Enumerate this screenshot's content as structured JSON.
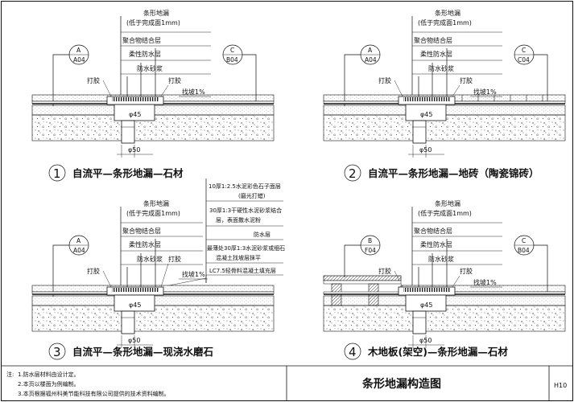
{
  "details": [
    {
      "number": "1",
      "caption": "自流平—条形地漏—石材",
      "left_ref": {
        "top": "A",
        "bottom": "A04"
      },
      "right_ref": {
        "top": "C",
        "bottom": "B04"
      },
      "callouts": [
        "条形地漏",
        "(低于完成面1mm)",
        "聚合物结合层",
        "柔性防水层",
        "防水砂浆"
      ],
      "left_note": "打胶",
      "right_note": "打胶",
      "slope": "找坡1%",
      "dim_top": "φ45",
      "dim_bottom": "φ50"
    },
    {
      "number": "2",
      "caption": "自流平—条形地漏—地砖（陶瓷锦砖）",
      "left_ref": {
        "top": "A",
        "bottom": "A04"
      },
      "right_ref": {
        "top": "C",
        "bottom": "C04"
      },
      "callouts": [
        "条形地漏",
        "(低于完成面1mm)",
        "聚合物结合层",
        "柔性防水层",
        "防水砂浆"
      ],
      "left_note": "打胶",
      "right_note": "打胶",
      "slope": "找坡1%",
      "dim_top": "φ45",
      "dim_bottom": "φ50"
    },
    {
      "number": "3",
      "caption": "自流平—条形地漏—现浇水磨石",
      "left_ref": {
        "top": "A",
        "bottom": "A04"
      },
      "right_ref": null,
      "callouts": [
        "条形地漏",
        "(低于完成面1mm)",
        "聚合物结合层",
        "柔性防水层",
        "防水砂浆"
      ],
      "left_note": "打胶",
      "right_note": "打胶",
      "slope": "找坡1%",
      "dim_top": "φ45",
      "dim_bottom": "φ50"
    },
    {
      "number": "4",
      "caption": "木地板(架空)—条形地漏—石材",
      "left_ref": {
        "top": "B",
        "bottom": "F04"
      },
      "right_ref": {
        "top": "C",
        "bottom": "B04"
      },
      "callouts": [
        "条形地漏",
        "(低于完成面1mm)",
        "聚合物结合层",
        "柔性防水层",
        "防水砂浆"
      ],
      "left_note": "打胶",
      "right_note": "打胶",
      "slope": "找坡1%",
      "dim_top": "φ45",
      "dim_bottom": "φ50"
    }
  ],
  "layer_table": [
    [
      "10厚1:2.5水泥彩色石子面层",
      "(磨光打蜡)"
    ],
    [
      "30厚1:3干硬性水泥砂浆结合",
      "层，表面撒水泥粉"
    ],
    [
      "防水层"
    ],
    [
      "最薄处30厚1:3水泥砂浆或细石",
      "混凝土找坡层抹平"
    ],
    [
      "LC7.5轻骨料混凝土填充层"
    ]
  ],
  "notes": {
    "label": "注:",
    "items": [
      "1.防水层材料由设计定。",
      "2.本页以楼面为例编制。",
      "3.本页根据福州科美节能科技有限公司提供的技术资料编制。"
    ]
  },
  "sheet_title": "条形地漏构造图",
  "page_number": "H10"
}
